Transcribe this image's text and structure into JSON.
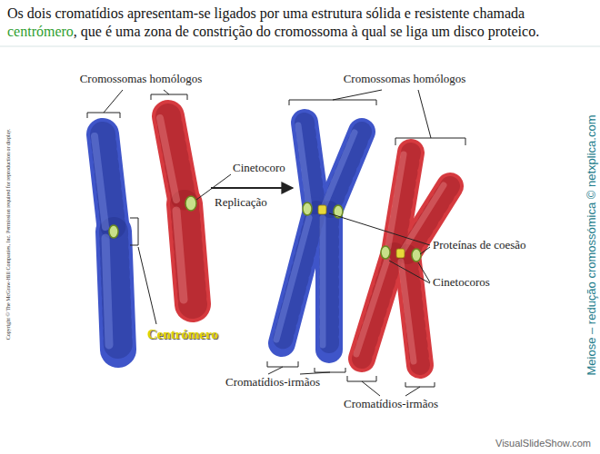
{
  "diagram": {
    "title": "Os dois cromatídios apresentam-se ligados por uma estrutura sólida e resistente chamada centrómero, que é uma zona de constrição do cromossoma à qual se liga um disco proteico.",
    "labels": [
      "Cromossomas homólogos",
      "Cromossomas homólogos",
      "Cinetocoro",
      "Replicação",
      "Centrómero",
      "Proteínas de coesão",
      "Cinetocoros",
      "Cromatídios-irmãos",
      "Cromatídios-irmãos",
      "Copyright © The McGraw-Hill Companies, Inc. Permission required for reproduction or display.",
      "Meiose – redução cromossómica © netxplica.com",
      "VisualSlideShow.com"
    ]
  }
}
